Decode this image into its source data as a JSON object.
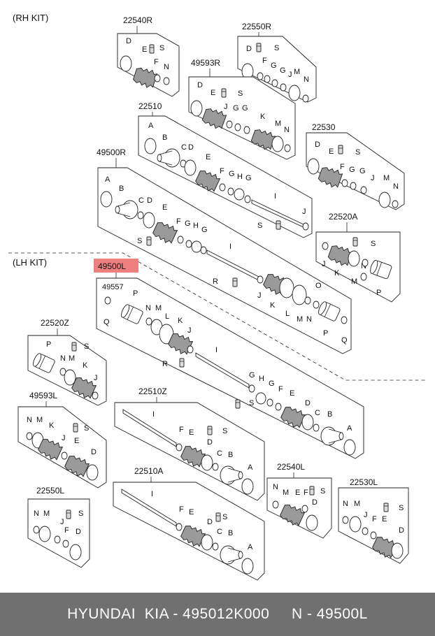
{
  "header": {
    "rh_kit": "(RH KIT)",
    "lh_kit": "(LH KIT)"
  },
  "highlight": {
    "part": "49500L",
    "color": "#f08080"
  },
  "footer": {
    "text": "HYUNDAI  KIA - 495012K000     N - 49500L"
  },
  "colors": {
    "footer_bg": "#707070",
    "boot": "#9a9a9a"
  },
  "panels": {
    "p22540R": {
      "title": "22540R",
      "letters": [
        "D",
        "E",
        "S",
        "F",
        "N"
      ]
    },
    "p22550R": {
      "title": "22550R",
      "letters": [
        "D",
        "S",
        "F",
        "G",
        "G",
        "J",
        "M",
        "N"
      ]
    },
    "p49593R": {
      "title": "49593R",
      "letters": [
        "D",
        "E",
        "S",
        "J",
        "G",
        "G",
        "K",
        "M",
        "N"
      ]
    },
    "p22510": {
      "title": "22510",
      "letters": [
        "A",
        "B",
        "C",
        "D",
        "E",
        "F",
        "G",
        "H",
        "G",
        "I",
        "J",
        "S"
      ]
    },
    "p22530": {
      "title": "22530",
      "letters": [
        "D",
        "E",
        "S",
        "F",
        "G",
        "G",
        "J",
        "M",
        "N"
      ]
    },
    "p49500R": {
      "title": "49500R",
      "letters": [
        "A",
        "B",
        "C",
        "D",
        "E",
        "F",
        "G",
        "H",
        "G",
        "S",
        "I",
        "R",
        "J",
        "K",
        "L",
        "M",
        "N",
        "O",
        "P",
        "Q"
      ]
    },
    "p22520A": {
      "title": "22520A",
      "letters": [
        "S",
        "J",
        "K",
        "N",
        "M",
        "P"
      ]
    },
    "p49500L": {
      "title": "49500L",
      "letters": [
        "49557",
        "P",
        "N",
        "M",
        "Q",
        "L",
        "K",
        "J",
        "I",
        "R",
        "G",
        "H",
        "G",
        "F",
        "E",
        "S",
        "D",
        "C",
        "B",
        "A"
      ]
    },
    "p22520Z": {
      "title": "22520Z",
      "letters": [
        "P",
        "S",
        "N",
        "M",
        "K",
        "J"
      ]
    },
    "p49593L": {
      "title": "49593L",
      "letters": [
        "N",
        "M",
        "K",
        "S",
        "J",
        "E",
        "D"
      ]
    },
    "p22510Z": {
      "title": "22510Z",
      "letters": [
        "I",
        "F",
        "E",
        "S",
        "D",
        "C",
        "B",
        "A"
      ]
    },
    "p22510A": {
      "title": "22510A",
      "letters": [
        "I",
        "F",
        "E",
        "S",
        "D",
        "C",
        "B",
        "A"
      ]
    },
    "p22540L": {
      "title": "22540L",
      "letters": [
        "N",
        "M",
        "E",
        "F",
        "S",
        "D"
      ]
    },
    "p22550L": {
      "title": "22550L",
      "letters": [
        "N",
        "M",
        "S",
        "J",
        "F",
        "D"
      ]
    },
    "p22530L": {
      "title": "22530L",
      "letters": [
        "N",
        "M",
        "S",
        "J",
        "F",
        "E",
        "D"
      ]
    }
  }
}
